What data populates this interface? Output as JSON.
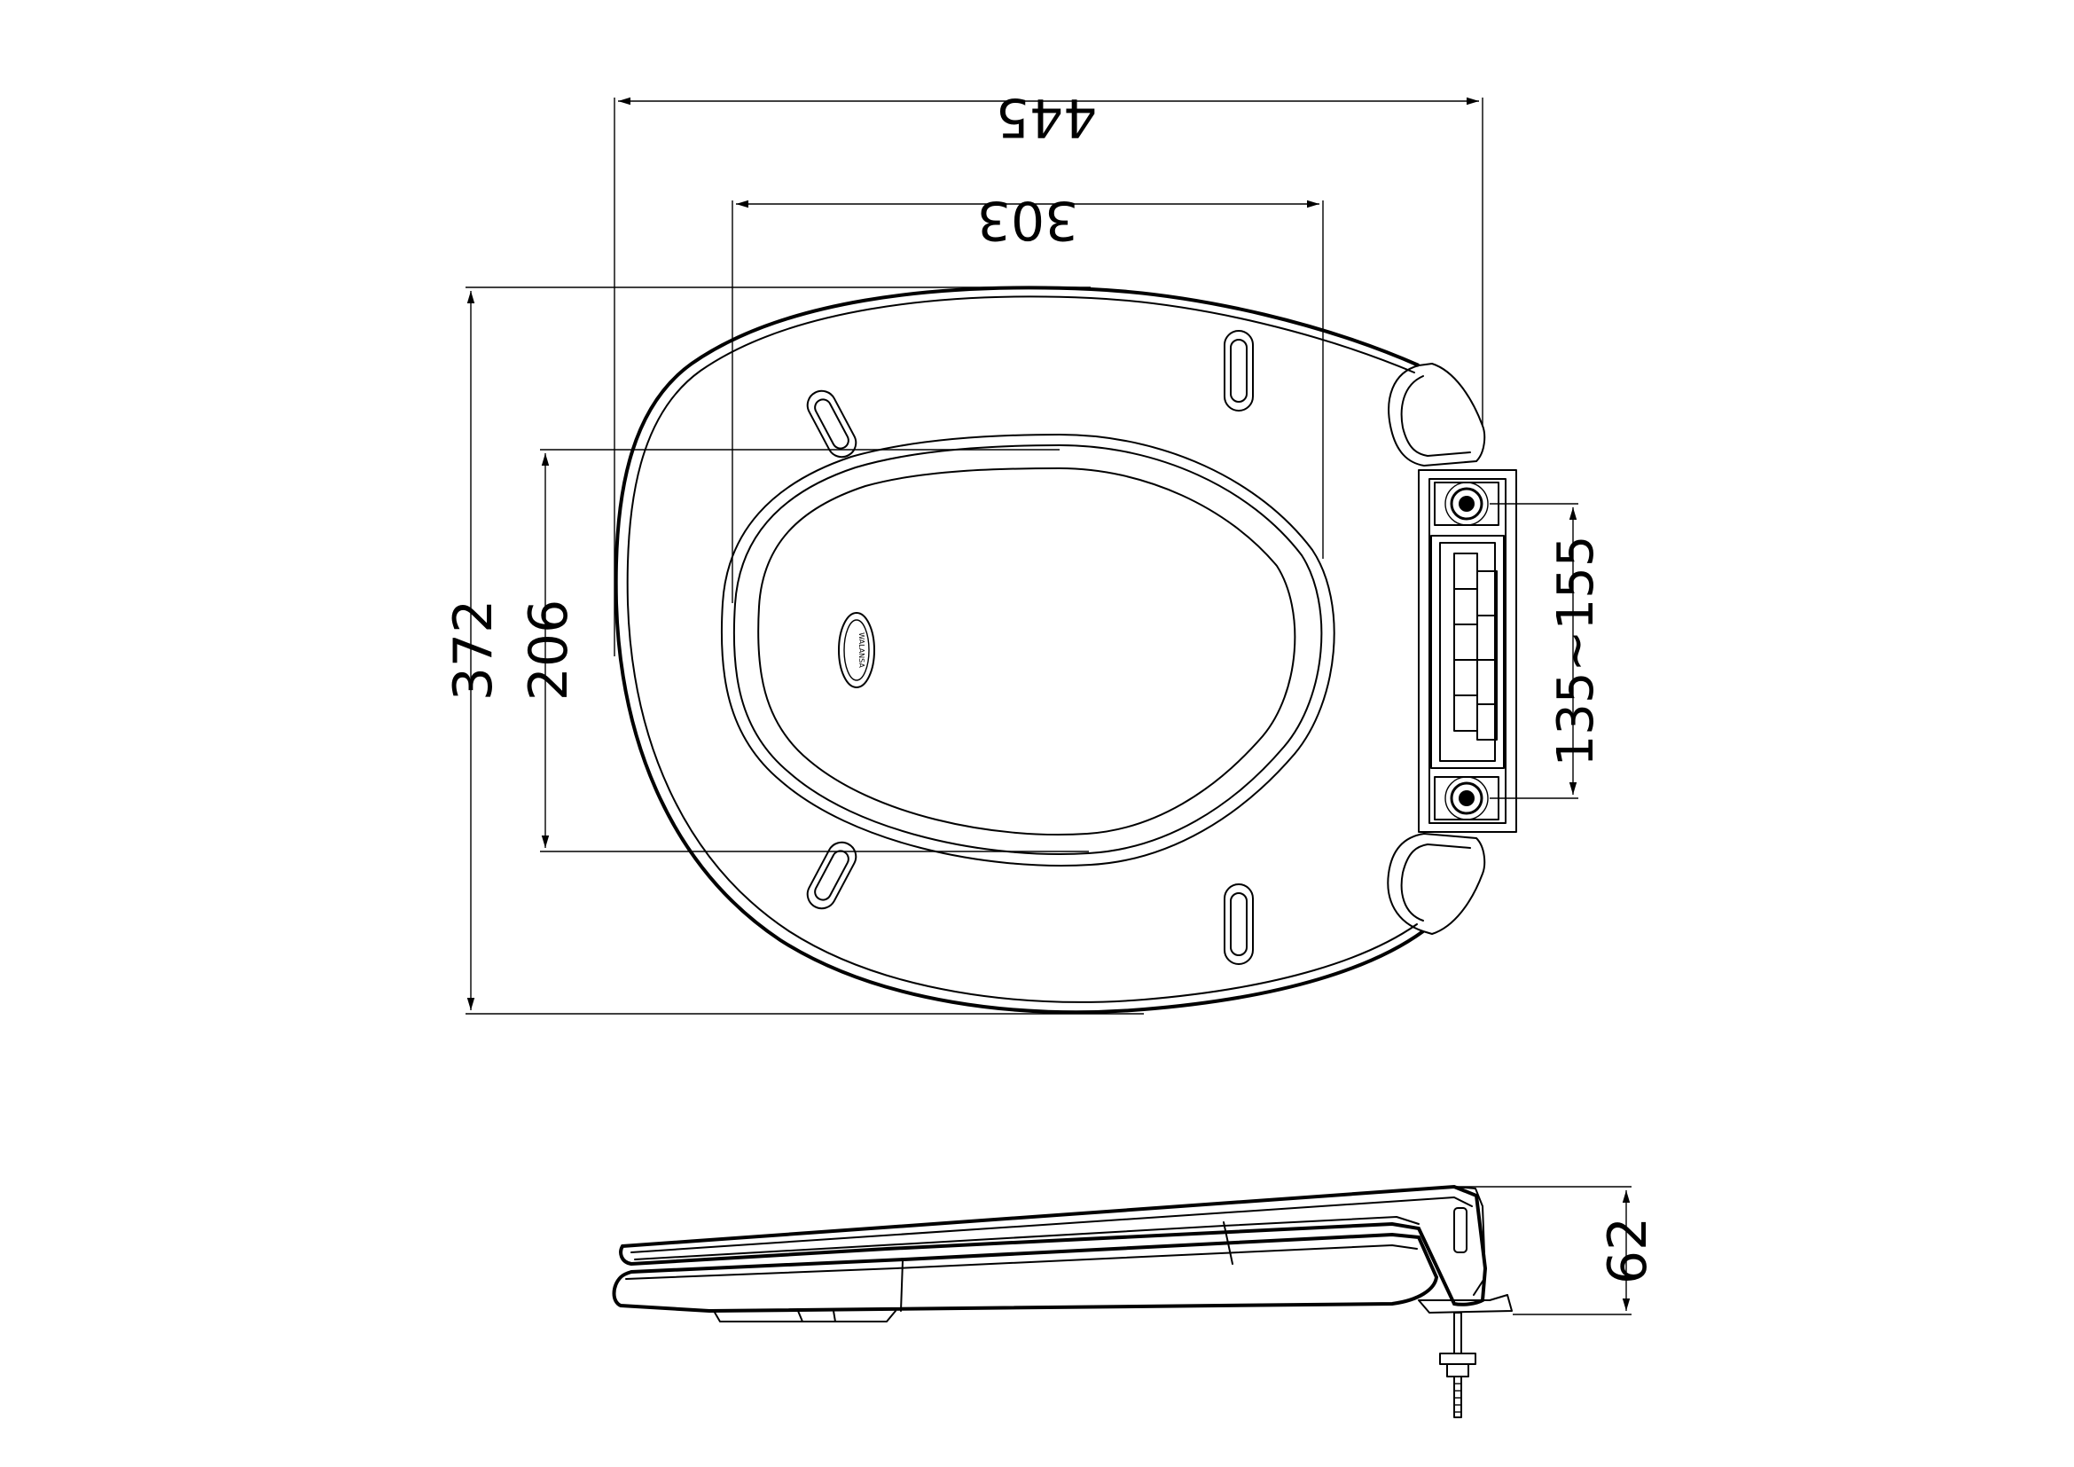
{
  "dimensions": {
    "overall_width": "445",
    "inner_width": "303",
    "overall_length": "372",
    "opening_length": "206",
    "hinge_spacing": "135~155",
    "height": "62"
  },
  "logo_text": "WALANSA"
}
